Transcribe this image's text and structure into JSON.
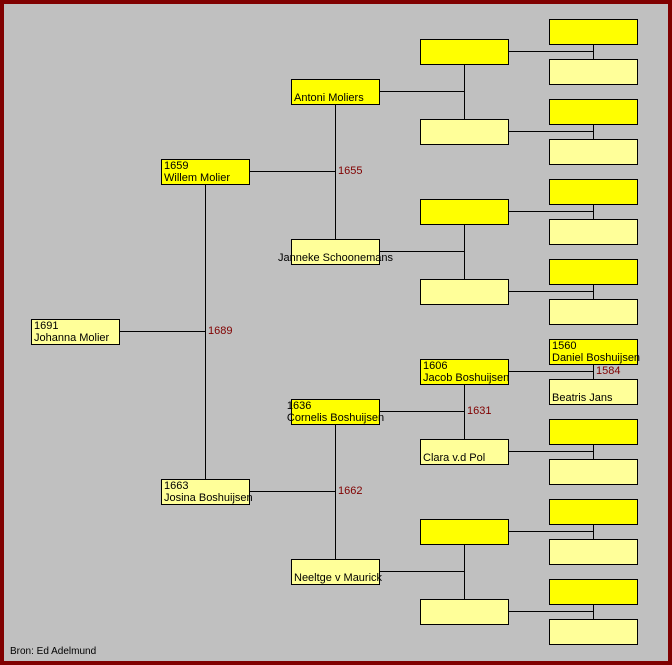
{
  "people": {
    "1": {
      "year": "1691",
      "name": "Johanna Molier",
      "marriage": "1689"
    },
    "2": {
      "year": "1659",
      "name": "Willem Molier",
      "marriage": "1655"
    },
    "3": {
      "year": "1663",
      "name": "Josina Boshuijsen",
      "marriage": "1662"
    },
    "4": {
      "year": "",
      "name": "Antoni Moliers"
    },
    "5": {
      "year": "",
      "name": "Janneke Schoonemans"
    },
    "6": {
      "year": "1636",
      "name": "Cornelis Boshuijsen",
      "marriage": "1631"
    },
    "7": {
      "year": "",
      "name": "Neeltge v Maurick"
    },
    "12": {
      "year": "1606",
      "name": "Jacob Boshuijsen",
      "marriage": "1584"
    },
    "13": {
      "year": "",
      "name": "Clara v.d Pol"
    },
    "24": {
      "year": "1560",
      "name": "Daniel Boshuijsen"
    },
    "25": {
      "year": "",
      "name": "Beatris Jans"
    }
  },
  "source": "Bron: Ed Adelmund",
  "colors": {
    "male": "#ffff00",
    "female": "#ffff99",
    "marriage_year": "#800000",
    "frame": "#800000",
    "background": "#c0c0c0"
  }
}
